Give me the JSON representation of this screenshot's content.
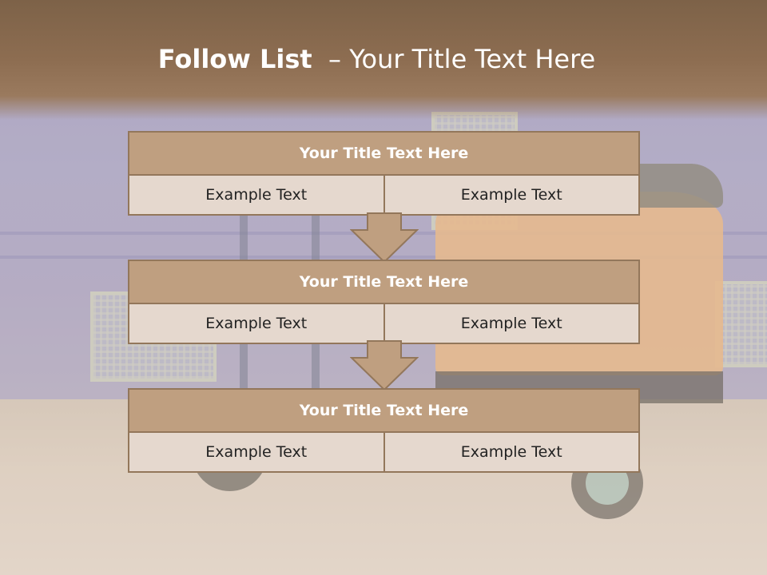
{
  "slide": {
    "title_bold": "Follow List",
    "title_rest": "  – Your Title Text Here"
  },
  "steps": [
    {
      "title": "Your Title Text Here",
      "left": "Example Text",
      "right": "Example Text"
    },
    {
      "title": "Your Title Text Here",
      "left": "Example Text",
      "right": "Example Text"
    },
    {
      "title": "Your Title Text Here",
      "left": "Example Text",
      "right": "Example Text"
    }
  ],
  "colors": {
    "header_fill": "#bf9f80",
    "cell_fill": "#e5d8ce",
    "border": "#93775b",
    "title_bar": "#8d6d51"
  },
  "background": {
    "image_semantic": "auto-rickshaw-against-blue-wall"
  }
}
